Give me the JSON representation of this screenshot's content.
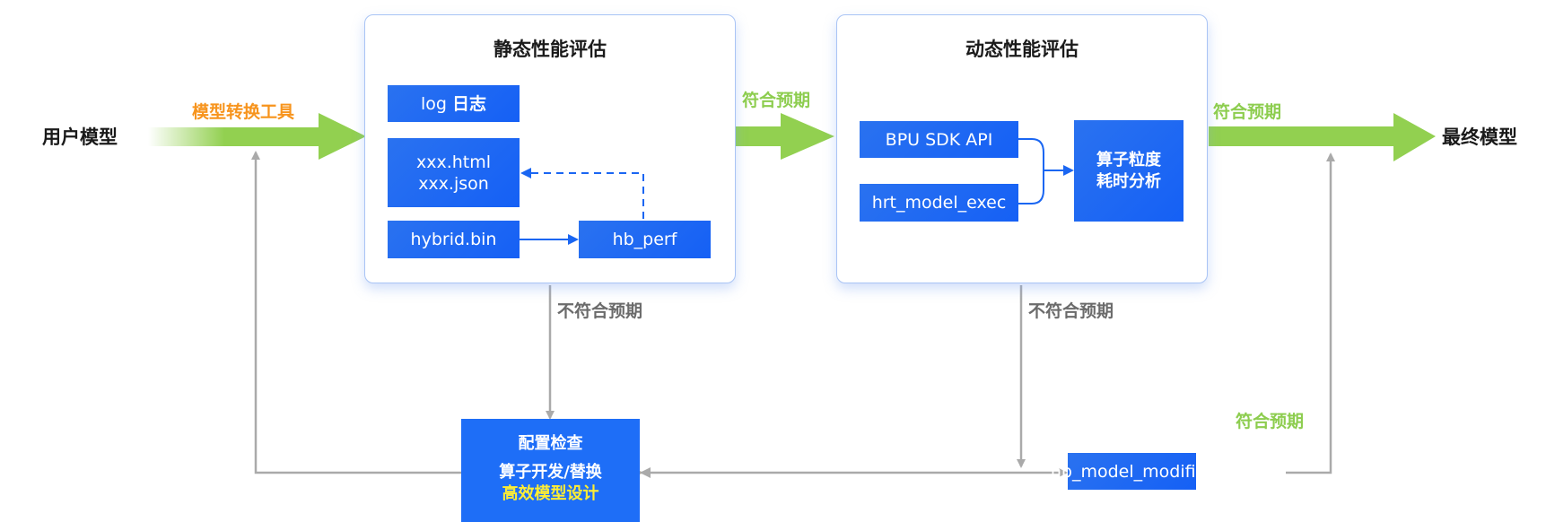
{
  "colors": {
    "box_blue": "#1a66f2",
    "arrow_green": "#92d050",
    "connector_gray": "#aaaaaa",
    "label_orange": "#f7941d",
    "label_green": "#8dcd4f",
    "label_yellow": "#ffee33",
    "panel_border": "#a9c4f5"
  },
  "input_model": "用户模型",
  "output_model": "最终模型",
  "conversion_tool": "模型转换工具",
  "static_eval": {
    "title": "静态性能评估",
    "log_box": {
      "prefix": "log",
      "suffix": "日志"
    },
    "output_files": [
      "xxx.html",
      "xxx.json"
    ],
    "input_file": "hybrid.bin",
    "tool": "hb_perf"
  },
  "dynamic_eval": {
    "title": "动态性能评估",
    "tools": [
      "BPU SDK API",
      "hrt_model_exec"
    ],
    "analysis": [
      "算子粒度",
      "耗时分析"
    ]
  },
  "labels": {
    "pass_1": "符合预期",
    "pass_2": "符合预期",
    "pass_3": "符合预期",
    "fail_static": "不符合预期",
    "fail_dynamic": "不符合预期"
  },
  "optimization_box": {
    "line1": "配置检查",
    "line2": "算子开发/替换",
    "line3": "高效模型设计"
  },
  "modifier_tool": "hb_model_modifier"
}
